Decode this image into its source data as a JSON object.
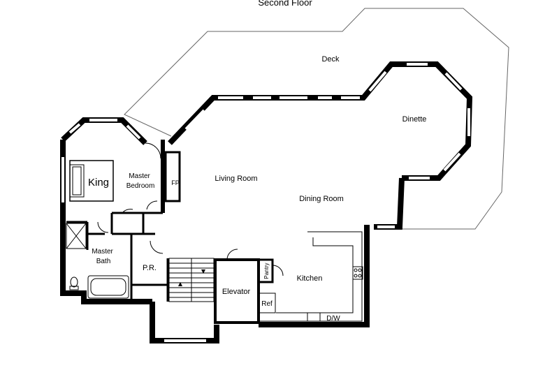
{
  "title": "Second Floor",
  "rooms": {
    "deck": "Deck",
    "dinette": "Dinette",
    "living_room": "Living Room",
    "dining_room": "Dining Room",
    "master_bedroom": "Master Bedroom",
    "king": "King",
    "fireplace": "FP",
    "master_bath": "Master Bath",
    "powder_room": "P.R.",
    "elevator": "Elevator",
    "pantry": "Pantry",
    "kitchen": "Kitchen",
    "refrigerator": "Ref",
    "dishwasher": "D/W"
  },
  "colors": {
    "wall": "#000000",
    "outline": "#555555",
    "background": "#ffffff"
  }
}
